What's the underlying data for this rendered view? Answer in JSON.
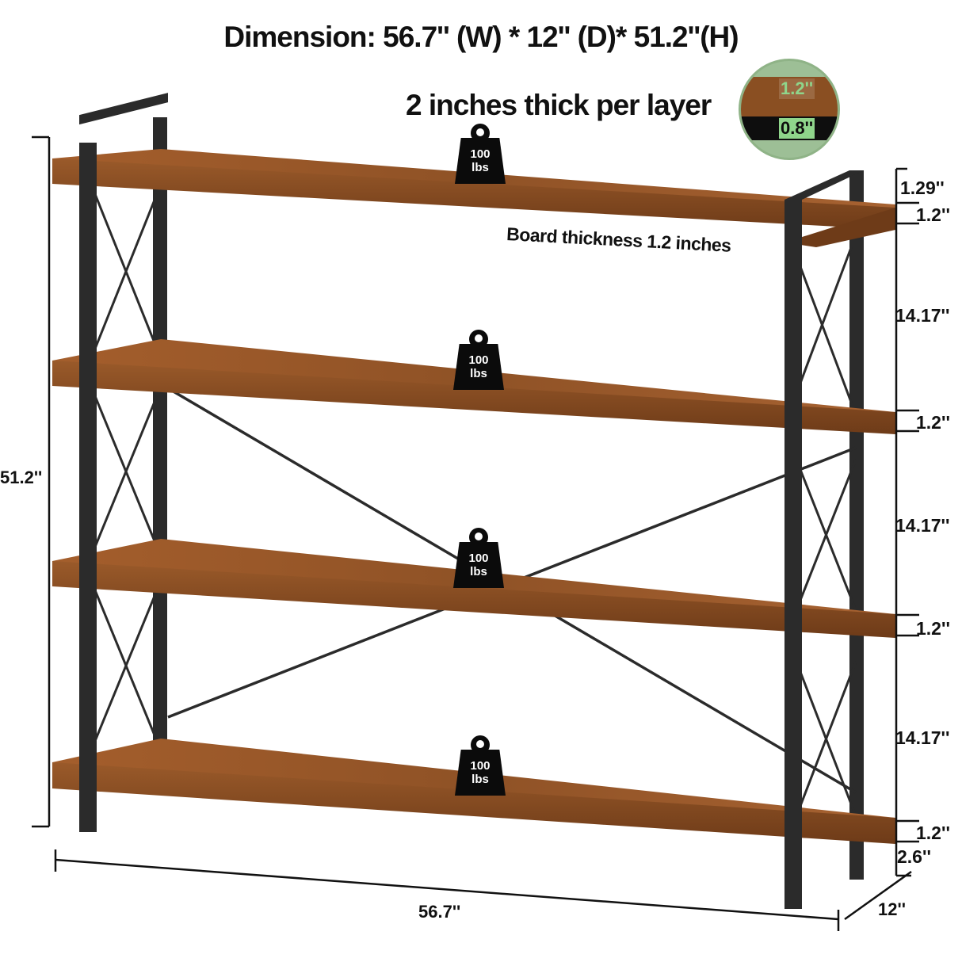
{
  "header": {
    "dimension_text": "Dimension: 56.7'' (W) * 12'' (D)* 51.2''(H)",
    "layer_text": "2 inches thick per layer"
  },
  "thickness_inset": {
    "top_board_label": "1.2''",
    "frame_label": "0.8''"
  },
  "board_note": "Board thickness 1.2 inches",
  "weight_badges": [
    {
      "value": "100",
      "unit": "lbs"
    },
    {
      "value": "100",
      "unit": "lbs"
    },
    {
      "value": "100",
      "unit": "lbs"
    },
    {
      "value": "100",
      "unit": "lbs"
    }
  ],
  "dimensions": {
    "height_total": "51.2''",
    "width_total": "56.7''",
    "depth_total": "12''",
    "top_gap": "1.29''",
    "board1": "1.2''",
    "spacing1": "14.17''",
    "board2": "1.2''",
    "spacing2": "14.17''",
    "board3": "1.2''",
    "spacing3": "14.17''",
    "board4": "1.2''",
    "bottom_clearance": "2.6''"
  },
  "colors": {
    "wood": "#94552a",
    "wood_light": "#b06a35",
    "wood_dark": "#6e3b18",
    "frame": "#2b2b2b",
    "inset_green": "#9dbf96",
    "label_green": "#8fd58b"
  }
}
